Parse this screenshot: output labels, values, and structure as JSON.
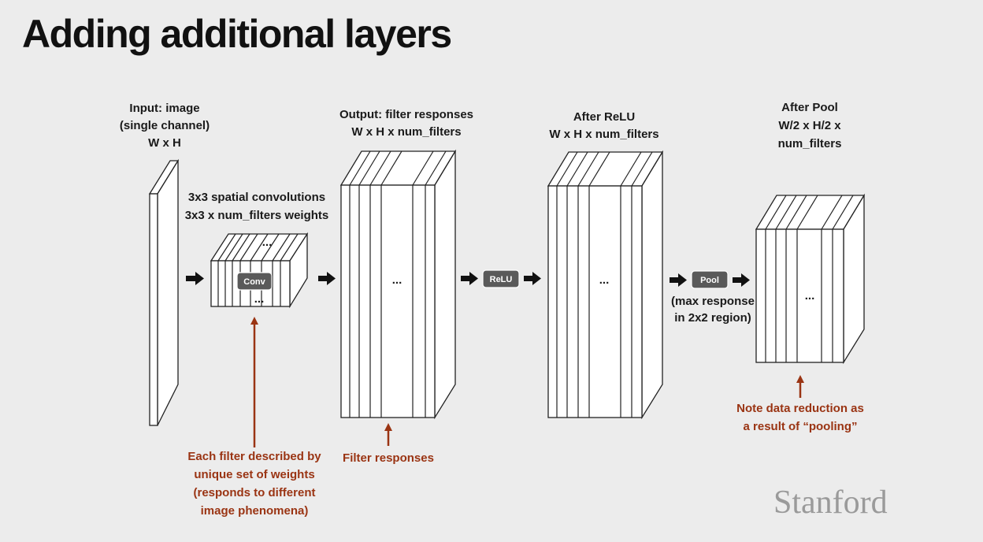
{
  "slide": {
    "title": "Adding additional layers",
    "logo": "Stanford"
  },
  "labels": {
    "input": [
      "Input: image",
      "(single channel)",
      "W x H"
    ],
    "conv_weights": [
      "3x3 spatial convolutions",
      "3x3 x num_filters weights"
    ],
    "output": [
      "Output: filter responses",
      "W x H x num_filters"
    ],
    "relu_out": [
      "After ReLU",
      "W x H x num_filters"
    ],
    "pool_out": [
      "After Pool",
      "W/2 x H/2 x",
      "num_filters"
    ],
    "pool_desc": [
      "(max response",
      "in 2x2 region)"
    ]
  },
  "ops": {
    "conv": "Conv",
    "relu": "ReLU",
    "pool": "Pool"
  },
  "ellipsis": "...",
  "notes": {
    "filters": [
      "Each filter described by",
      "unique set of weights",
      "(responds to different",
      "image phenomena)"
    ],
    "responses": [
      "Filter responses"
    ],
    "reduction": [
      "Note data reduction as",
      "a result of “pooling”"
    ]
  },
  "colors": {
    "note": "#9a3413",
    "pill": "#5a5a5a",
    "arrow": "#111111"
  }
}
